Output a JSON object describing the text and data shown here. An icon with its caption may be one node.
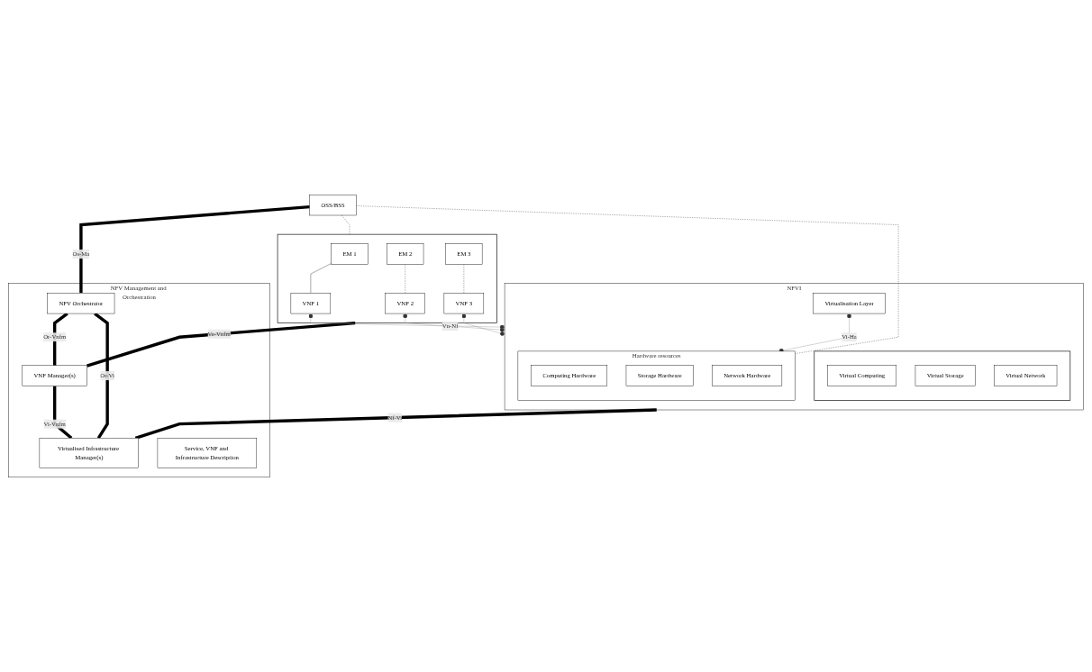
{
  "diagram": {
    "nodes": [
      {
        "text": [
          "NFV Management and Orchestration"
        ]
      },
      {
        "text": [
          "NFV Orchestrator"
        ],
        "in": 0
      },
      {
        "text": [
          "VNF Manager(s)"
        ],
        "in": 0
      },
      {
        "text": [
          "Virtualised Infrastructure Manager(s)"
        ],
        "in": 0
      },
      {
        "text": [
          "Service, VNF and Infrastructure Description"
        ],
        "in": 0
      },
      {
        "text": [
          "OSS/BSS"
        ]
      },
      {
        "text": [],
        "shape": "box"
      },
      {
        "text": [
          "EM 1"
        ],
        "in": 6
      },
      {
        "text": [
          "EM 2"
        ],
        "in": 6
      },
      {
        "text": [
          "EM 3"
        ],
        "in": 6
      },
      {
        "text": [
          "VNF 1"
        ],
        "in": 6
      },
      {
        "text": [
          "VNF 2"
        ],
        "in": 6
      },
      {
        "text": [
          "VNF 3"
        ],
        "in": 6
      },
      {
        "text": [
          "NFVI"
        ]
      },
      {
        "text": [],
        "shape": "box",
        "in": 13
      },
      {
        "text": [
          "Virtual Computing"
        ],
        "in": 14
      },
      {
        "text": [
          "Virtual Storage"
        ],
        "in": 14
      },
      {
        "text": [
          "Virtual Network"
        ],
        "in": 14
      },
      {
        "text": [
          "Virtualisation Layer"
        ],
        "in": 13
      },
      {
        "text": [
          "Hardware resources"
        ],
        "in": 13
      },
      {
        "text": [
          "Computing Hardware"
        ],
        "in": 19
      },
      {
        "text": [
          "Storage Hardware"
        ],
        "in": 19
      },
      {
        "text": [
          "Network Hardware"
        ],
        "in": 19
      }
    ],
    "edges": [
      {
        "from": 5,
        "to": 1,
        "arrow": "none",
        "label": "Os-Ma",
        "style": "thick"
      },
      {
        "from": 5,
        "to": 6,
        "arrow": "none",
        "style": "dashed"
      },
      {
        "from": 5,
        "to": 19,
        "arrow": "none",
        "style": "dashed"
      },
      {
        "from": 7,
        "to": 10,
        "arrow": "none"
      },
      {
        "from": 8,
        "to": 11,
        "arrow": "none",
        "style": "dashed"
      },
      {
        "from": 9,
        "to": 12,
        "arrow": "none",
        "style": "dashed"
      },
      {
        "from": 6,
        "to": 2,
        "arrow": "none",
        "label": "Ve-Vnfm",
        "style": "thick"
      },
      {
        "from": 1,
        "to": 2,
        "arrow": "none",
        "label": "Or-Vnfm",
        "style": "thick"
      },
      {
        "from": 2,
        "to": 3,
        "arrow": "none",
        "label": "Vi-Vnfm",
        "style": "thick"
      },
      {
        "from": 1,
        "to": 3,
        "arrow": "none",
        "label": "Or-Vi",
        "style": "thick"
      },
      {
        "from": 13,
        "to": 3,
        "arrow": "none",
        "label": "Nf-Vi",
        "style": "thick"
      },
      {
        "from": 10,
        "to": 13,
        "arrow": "other",
        "color": "#999999"
      },
      {
        "from": 11,
        "to": 13,
        "arrow": "other",
        "label": "Vn-Nf",
        "color": "#999999"
      },
      {
        "from": 12,
        "to": 13,
        "arrow": "other",
        "color": "#999999"
      },
      {
        "from": 18,
        "to": 19,
        "arrow": "other",
        "label": "Vi-Ha",
        "color": "#999999"
      }
    ]
  }
}
